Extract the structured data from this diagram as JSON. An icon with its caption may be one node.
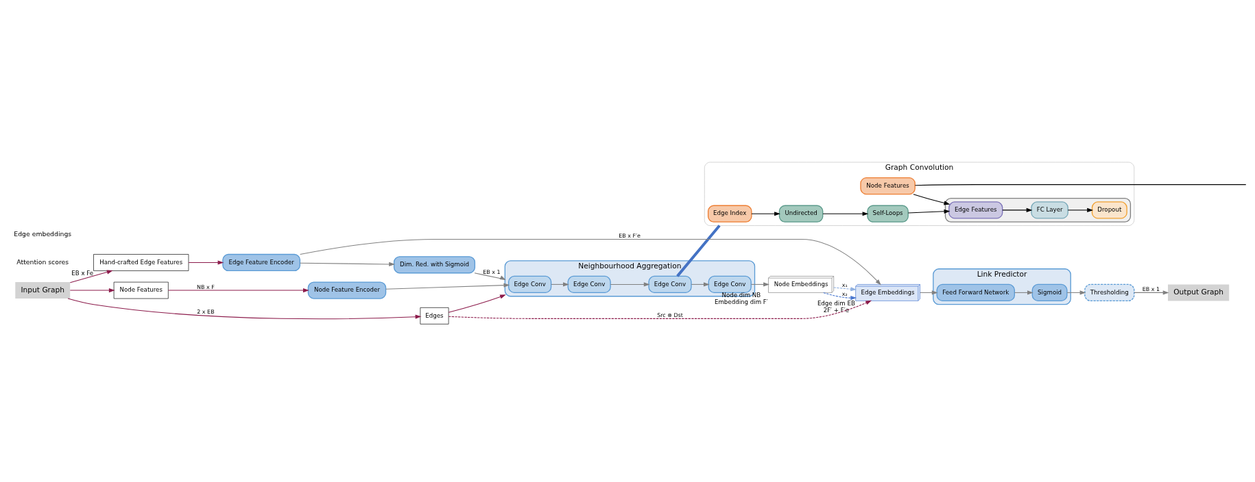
{
  "diagram": {
    "nodes": [
      {
        "text": [
          "Input Graph"
        ]
      },
      {
        "text": [
          "Node Features"
        ]
      },
      {
        "text": [
          "Hand-crafted Edge Features"
        ],
        "beside": [
          "EB x Fe"
        ]
      },
      {
        "text": [
          "Node Feature Encoder"
        ]
      },
      {
        "text": [
          "Neighbourhood Aggregation"
        ]
      },
      {
        "text": [
          "Edge Conv"
        ],
        "in": 4
      },
      {
        "text": [
          "Edge Conv"
        ],
        "in": 4
      },
      {
        "text": [
          "Edge Conv"
        ],
        "in": 4
      },
      {
        "text": [
          "Edge Conv"
        ],
        "in": 4
      },
      {
        "text": [
          "Edges"
        ]
      },
      {
        "text": [
          "Edge Feature Encoder"
        ]
      },
      {
        "text": [
          "Dim. Red. with Sigmoid"
        ]
      },
      {
        "text": [
          "Node Embeddings"
        ],
        "beside": [
          "Node dim NB",
          "Embedding dim F′"
        ]
      },
      {
        "text": [
          "Edge Embeddings"
        ],
        "beside": [
          "Edge dim EB",
          "2F′ + F′e"
        ]
      },
      {
        "text": [
          "Link Predictor"
        ]
      },
      {
        "text": [
          "Feed Forward Network"
        ],
        "in": 14
      },
      {
        "text": [
          "Sigmoid"
        ],
        "in": 14
      },
      {
        "text": [
          "Thresholding"
        ]
      },
      {
        "text": [
          "Output Graph"
        ]
      },
      {
        "text": [
          "Graph Convolution"
        ]
      },
      {
        "text": [
          "Edge Index"
        ],
        "in": 19
      },
      {
        "text": [
          "Undirected"
        ],
        "in": 19
      },
      {
        "text": [
          "Self-Loops"
        ],
        "in": 19
      },
      {
        "text": [
          "Node Features"
        ],
        "in": 19
      },
      {
        "text": [],
        "shape": "box",
        "in": 19
      },
      {
        "text": [
          "Edge Features"
        ],
        "in": 24
      },
      {
        "text": [
          "FC Layer"
        ],
        "in": 24
      },
      {
        "text": [
          "Dropout"
        ],
        "in": 24
      }
    ],
    "edges": [
      {
        "from": 0,
        "to": 1,
        "arrow": "to",
        "color": "#8b1a4a"
      },
      {
        "from": 0,
        "to": 2,
        "arrow": "to",
        "color": "#8b1a4a"
      },
      {
        "from": 0,
        "to": 9,
        "arrow": "to",
        "label": "2 x EB",
        "color": "#8b1a4a"
      },
      {
        "from": 1,
        "to": 3,
        "arrow": "to",
        "label": "NB x F",
        "color": "#8b1a4a"
      },
      {
        "from": 2,
        "to": 10,
        "arrow": "to",
        "color": "#8b1a4a"
      },
      {
        "from": 3,
        "to": 5,
        "arrow": "to"
      },
      {
        "from": 5,
        "to": 6,
        "arrow": "to"
      },
      {
        "from": 6,
        "to": 7,
        "arrow": "to"
      },
      {
        "from": 7,
        "to": 8,
        "arrow": "to"
      },
      {
        "from": 8,
        "to": 12,
        "arrow": "to"
      },
      {
        "from": 10,
        "to": 11,
        "arrow": "to"
      },
      {
        "from": 11,
        "to": 4,
        "arrow": "to",
        "label": "EB x 1"
      },
      {
        "from": 9,
        "to": 4,
        "arrow": "to",
        "color": "#8b1a4a"
      },
      {
        "from": 9,
        "to": 13,
        "arrow": "to",
        "label": "Src ⊗ Dst",
        "style": "dashed",
        "color": "#8b1a4a"
      },
      {
        "from": 10,
        "to": 13,
        "arrow": "to",
        "label": "EB x F′e"
      },
      {
        "from": 12,
        "to": 13,
        "arrow": "to",
        "label": "x₁",
        "style": "dashed",
        "color": "#8fb0e0"
      },
      {
        "from": 12,
        "to": 13,
        "arrow": "to",
        "label": "x₂",
        "style": "dashed",
        "color": "#4a78d0"
      },
      {
        "from": 13,
        "to": 15,
        "arrow": "to"
      },
      {
        "from": 15,
        "to": 16,
        "arrow": "to"
      },
      {
        "from": 16,
        "to": 17,
        "arrow": "to"
      },
      {
        "from": 17,
        "to": 18,
        "arrow": "to",
        "label": "EB x 1"
      },
      {
        "from": 7,
        "to": 19,
        "arrow": "none",
        "style": "thick",
        "color": "#4472c4"
      },
      {
        "from": 20,
        "to": 21,
        "arrow": "to",
        "color": "#000000"
      },
      {
        "from": 21,
        "to": 22,
        "arrow": "to",
        "color": "#000000"
      },
      {
        "from": 22,
        "to": 25,
        "arrow": "to",
        "color": "#000000"
      },
      {
        "from": 23,
        "to": 25,
        "arrow": "to",
        "color": "#000000"
      },
      {
        "from": 25,
        "to": 26,
        "arrow": "to",
        "color": "#000000"
      },
      {
        "from": 26,
        "to": 27,
        "arrow": "to",
        "color": "#000000"
      },
      {
        "from": 23,
        "to": null,
        "arrow": "none",
        "color": "#000000"
      }
    ],
    "labels": [
      "Attention scores",
      "Edge embeddings"
    ]
  }
}
